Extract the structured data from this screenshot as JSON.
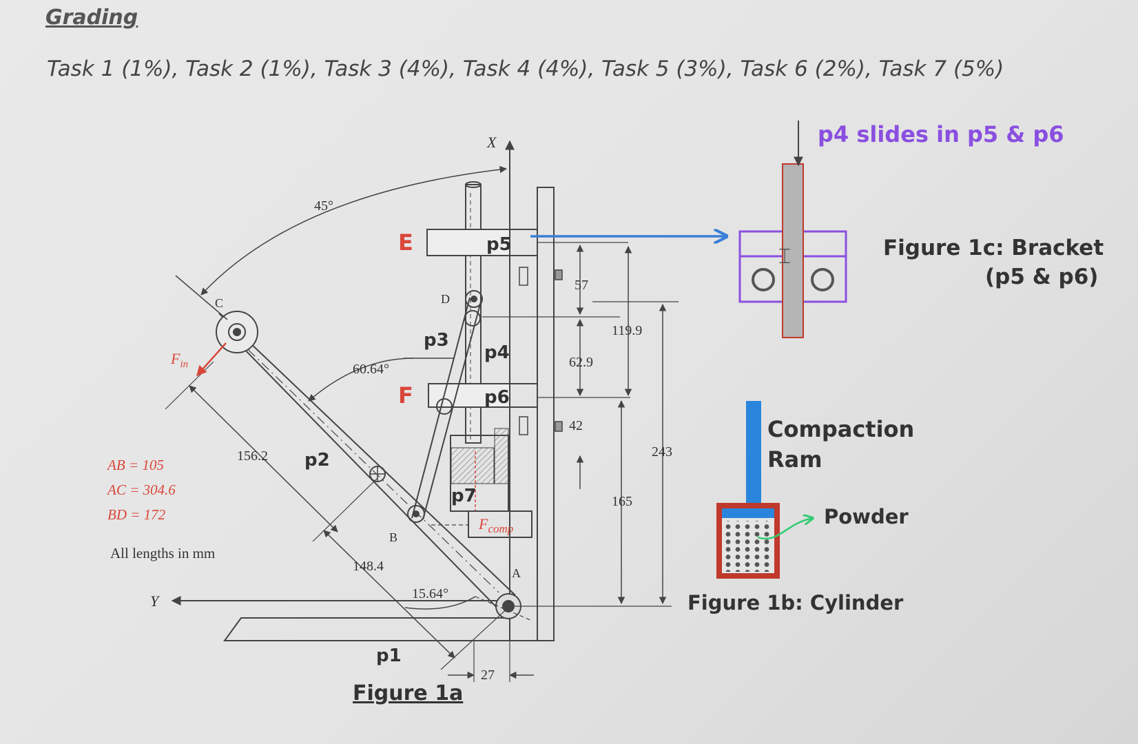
{
  "header": {
    "title": "Grading",
    "tasks": "Task 1 (1%), Task 2 (1%), Task 3 (4%), Task 4 (4%), Task 5 (3%), Task 6 (2%), Task 7 (5%)"
  },
  "figure_1a": {
    "caption": "Figure 1a",
    "axes": {
      "x": "X",
      "y": "Y"
    },
    "points": {
      "A": "A",
      "B": "B",
      "C": "C",
      "D": "D"
    },
    "parts": {
      "p1": "p1",
      "p2": "p2",
      "p3": "p3",
      "p4": "p4",
      "p5": "p5",
      "p6": "p6",
      "p7": "p7"
    },
    "brackets": {
      "E": "E",
      "F": "F"
    },
    "angles": {
      "a45": "45°",
      "a6064": "60.64°",
      "a1564": "15.64°"
    },
    "dims": {
      "d1562": "156.2",
      "d1484": "148.4",
      "d57": "57",
      "d629": "62.9",
      "d42": "42",
      "d1199": "119.9",
      "d243": "243",
      "d165": "165",
      "d27": "27"
    },
    "force_in": {
      "main": "F",
      "sub": "in"
    },
    "force_comp": {
      "main": "F",
      "sub": "comp"
    },
    "lengths": [
      "AB = 105",
      "AC = 304.6",
      "BD = 172"
    ],
    "units_note": "All lengths in mm"
  },
  "figure_1b": {
    "caption": "Figure 1b: Cylinder",
    "ram_label": [
      "Compaction",
      "Ram"
    ],
    "powder_label": "Powder"
  },
  "figure_1c": {
    "caption": "Figure 1c: Bracket",
    "caption2": "(p5 & p6)",
    "slide_note": "p4 slides in p5 & p6"
  },
  "colors": {
    "red_text": "#d9473a",
    "blue_arrow": "#3a7fd8",
    "purple": "#8a4fe0",
    "ram_blue": "#2a86dc",
    "cylinder_red": "#c0392b"
  }
}
